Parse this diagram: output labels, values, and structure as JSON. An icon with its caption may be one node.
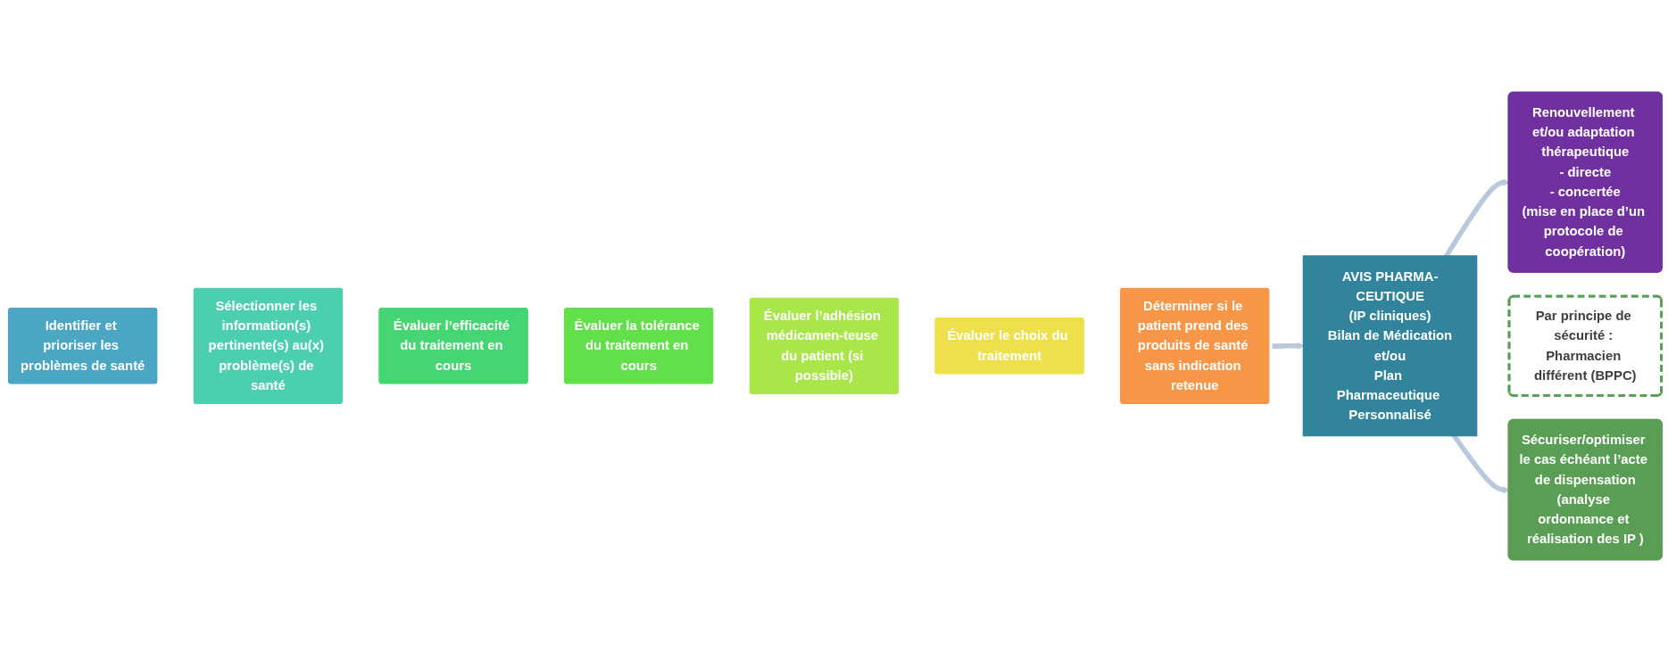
{
  "diagram": {
    "nodes": [
      {
        "text": [
          "Identifier et prioriser les problèmes de santé"
        ]
      },
      {
        "text": [
          "Sélectionner les information(s) pertinente(s) au(x) problème(s) de santé"
        ]
      },
      {
        "text": [
          "Évaluer l’efficacité du traitement en cours"
        ]
      },
      {
        "text": [
          "Évaluer la tolérance du traitement en cours"
        ]
      },
      {
        "text": [
          "Évaluer l’adhésion médicamen-teuse du patient (si possible)"
        ]
      },
      {
        "text": [
          "Évaluer le choix du traitement"
        ]
      },
      {
        "text": [
          "Déterminer si le patient prend des produits de santé sans indication retenue"
        ]
      },
      {
        "text": [
          "AVIS PHARMA-CEUTIQUE",
          "(IP cliniques)",
          "Bilan de Médication",
          "et/ou",
          "Plan Pharmaceutique Personnalisé"
        ]
      },
      {
        "text": [
          "Renouvellement et/ou adaptation thérapeutique",
          "- directe",
          "- concertée",
          "(mise en place d’un protocole de coopération)"
        ]
      },
      {
        "text": [
          "Par principe de sécurité : Pharmacien différent (BPPC)"
        ]
      },
      {
        "text": [
          "Sécuriser/optimiser le cas échéant l’acte de dispensation",
          "(analyse ordonnance et réalisation des IP )"
        ]
      }
    ],
    "edges": [
      {
        "from": 6,
        "to": 7,
        "arrow": "to"
      },
      {
        "from": 7,
        "to": 8,
        "arrow": "to"
      },
      {
        "from": 7,
        "to": 10,
        "arrow": "to"
      }
    ]
  }
}
